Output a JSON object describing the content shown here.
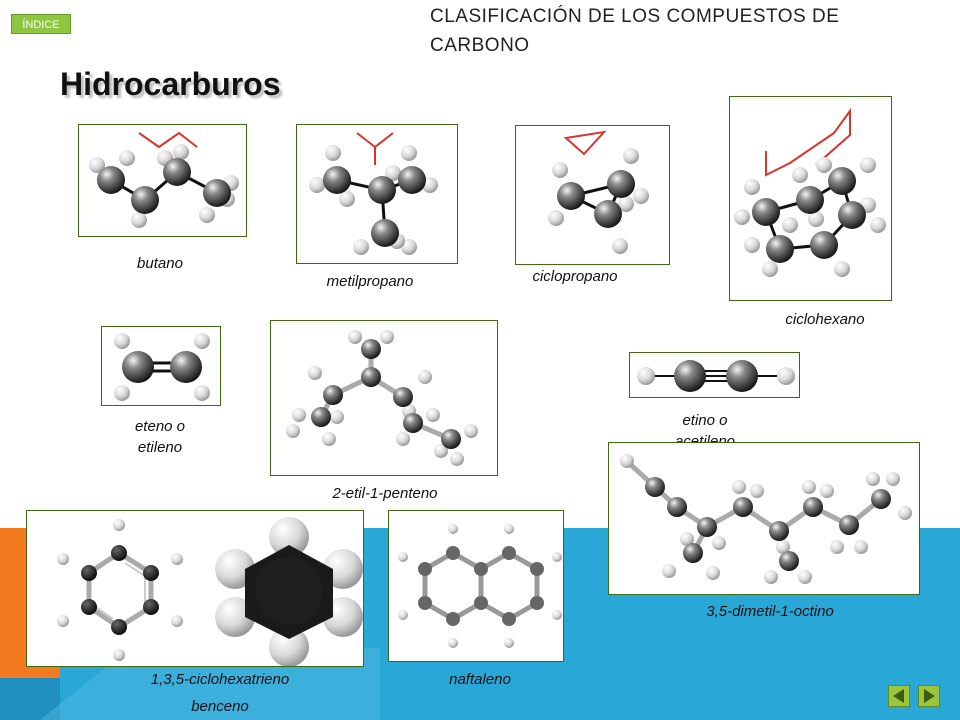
{
  "header": {
    "index_button": "ÍNDICE",
    "title_line1": "CLASIFICACIÓN DE LOS COMPUESTOS DE",
    "title_line2": "CARBONO"
  },
  "page_title": "Hidrocarburos",
  "molecules": {
    "butano": "butano",
    "metilpropano": "metilpropano",
    "ciclopropano": "ciclopropano",
    "ciclohexano": "ciclohexano",
    "eteno_line1": "eteno o",
    "eteno_line2": "etileno",
    "etil_penteno": "2-etil-1-penteno",
    "etino_line1": "etino o",
    "etino_line2": "acetileno",
    "dimetil_octino": "3,5-dimetil-1-octino",
    "ciclohexatrieno": "1,3,5-ciclohexatrieno",
    "benceno": "benceno",
    "naftaleno": "naftaleno"
  },
  "colors": {
    "band_blue": "#29a8d8",
    "band_orange": "#f47a20",
    "frame_border": "#3c6b14",
    "skeleton_red": "#d9342b",
    "nav_green": "#9bc53d"
  },
  "nav": {
    "prev_icon": "triangle-left-icon",
    "next_icon": "triangle-right-icon"
  }
}
